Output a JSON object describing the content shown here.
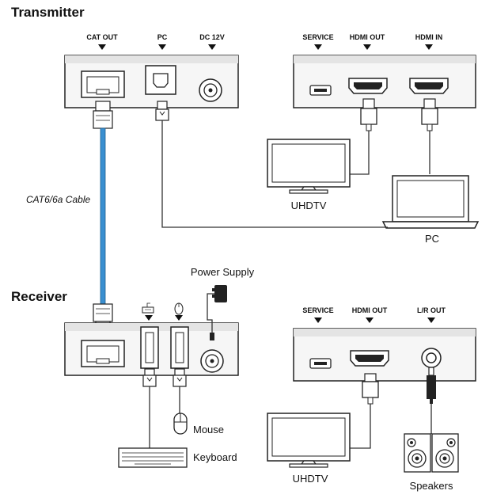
{
  "transmitter": {
    "title": "Transmitter",
    "ports_left": [
      "CAT OUT",
      "PC",
      "DC 12V"
    ],
    "ports_right": [
      "SERVICE",
      "HDMI OUT",
      "HDMI IN"
    ],
    "device_labels": {
      "tv": "UHDTV",
      "pc": "PC"
    }
  },
  "cable": {
    "label": "CAT6/6a Cable",
    "color": "#3a8fd0"
  },
  "receiver": {
    "title": "Receiver",
    "power_supply": "Power Supply",
    "ports_right": [
      "SERVICE",
      "HDMI OUT",
      "L/R OUT"
    ],
    "device_labels": {
      "mouse": "Mouse",
      "keyboard": "Keyboard",
      "tv": "UHDTV",
      "speakers": "Speakers"
    },
    "usb_icons": [
      "keyboard-icon",
      "mouse-icon"
    ]
  },
  "colors": {
    "device_panel": "#f6f6f6",
    "outline": "#222222",
    "cable_line": "#333333"
  }
}
